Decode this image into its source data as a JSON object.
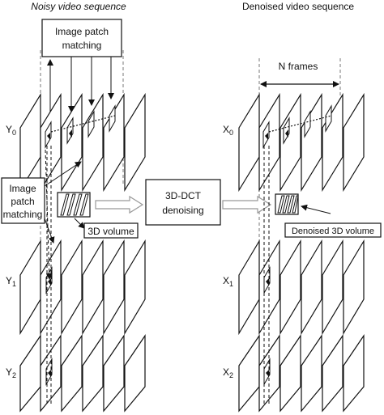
{
  "titles": {
    "left": "Noisy video sequence",
    "right": "Denoised video sequence"
  },
  "boxes": {
    "patch_matching_top": [
      "Image patch",
      "matching"
    ],
    "patch_matching_side": [
      "Image",
      "patch",
      "matching"
    ],
    "dct": [
      "3D-DCT",
      "denoising"
    ]
  },
  "labels": {
    "volume": "3D volume",
    "denoised_volume": "Denoised 3D volume",
    "n_frames": "N frames"
  },
  "rows": {
    "noisy": [
      {
        "base": "Y",
        "sub": "0"
      },
      {
        "base": "Y",
        "sub": "1"
      },
      {
        "base": "Y",
        "sub": "2"
      }
    ],
    "denoised": [
      {
        "base": "X",
        "sub": "0"
      },
      {
        "base": "X",
        "sub": "1"
      },
      {
        "base": "X",
        "sub": "2"
      }
    ]
  },
  "colors": {
    "stroke": "#111111",
    "guide": "#777777",
    "block_arrow": "#999999"
  }
}
